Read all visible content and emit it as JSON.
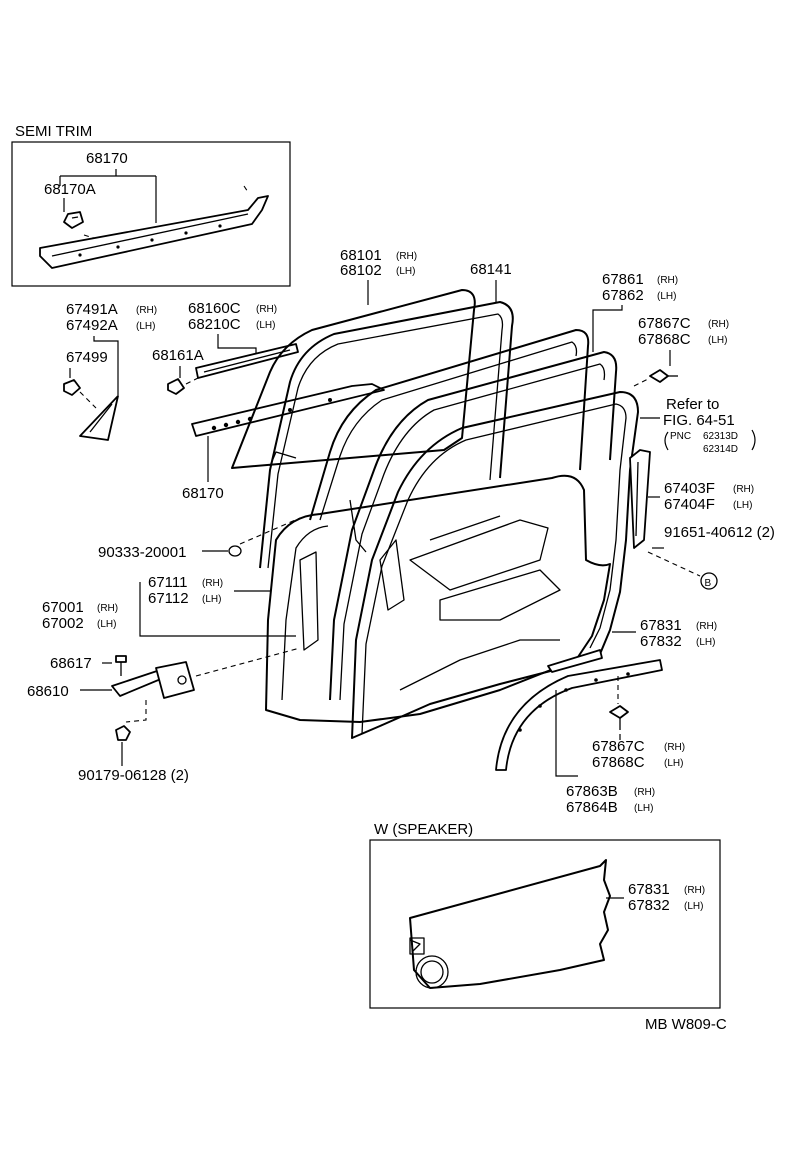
{
  "inset_semi_trim": {
    "title": "SEMI TRIM",
    "label_molding": "68170",
    "label_clip": "68170A"
  },
  "inset_speaker": {
    "title": "W (SPEAKER)",
    "label_trim_a": "67831",
    "label_trim_a_side": "(RH)",
    "label_trim_b": "67832",
    "label_trim_b_side": "(LH)"
  },
  "labels": {
    "glass_a": "68101",
    "glass_a_side": "(RH)",
    "glass_b": "68102",
    "glass_b_side": "(LH)",
    "run_channel": "68141",
    "weatherstrip_a": "67861",
    "weatherstrip_a_side": "(RH)",
    "weatherstrip_b": "67862",
    "weatherstrip_b_side": "(LH)",
    "clip_upper_a": "67867C",
    "clip_upper_a_side": "(RH)",
    "clip_upper_b": "67868C",
    "clip_upper_b_side": "(LH)",
    "refer_line1": "Refer to",
    "refer_line2": "FIG. 64-51",
    "refer_pnc": "PNC",
    "refer_pnc_a": "62313D",
    "refer_pnc_b": "62314D",
    "trim_upper_a": "67491A",
    "trim_upper_a_side": "(RH)",
    "trim_upper_b": "67492A",
    "trim_upper_b_side": "(LH)",
    "clip_67499": "67499",
    "weatherstrip_inner_a": "68160C",
    "weatherstrip_inner_a_side": "(RH)",
    "weatherstrip_inner_b": "68210C",
    "weatherstrip_inner_b_side": "(LH)",
    "clip_68161a": "68161A",
    "molding_68170": "68170",
    "cushion_a": "67403F",
    "cushion_a_side": "(RH)",
    "cushion_b": "67404F",
    "cushion_b_side": "(LH)",
    "screw_91651": "91651-40612 (2)",
    "plug_90333": "90333-20001",
    "door_frame_a": "67111",
    "door_frame_a_side": "(RH)",
    "door_frame_b": "67112",
    "door_frame_b_side": "(LH)",
    "door_panel_a": "67001",
    "door_panel_a_side": "(RH)",
    "door_panel_b": "67002",
    "door_panel_b_side": "(LH)",
    "bolt_68617": "68617",
    "check_68610": "68610",
    "nut_90179": "90179-06128 (2)",
    "trim_board_a": "67831",
    "trim_board_a_side": "(RH)",
    "trim_board_b": "67832",
    "trim_board_b_side": "(LH)",
    "clip_lower_a": "67867C",
    "clip_lower_a_side": "(RH)",
    "clip_lower_b": "67868C",
    "clip_lower_b_side": "(LH)",
    "lower_molding_a": "67863B",
    "lower_molding_a_side": "(RH)",
    "lower_molding_b": "67864B",
    "lower_molding_b_side": "(LH)",
    "ref_marker": "B",
    "footer_code": "MB  W809-C"
  }
}
